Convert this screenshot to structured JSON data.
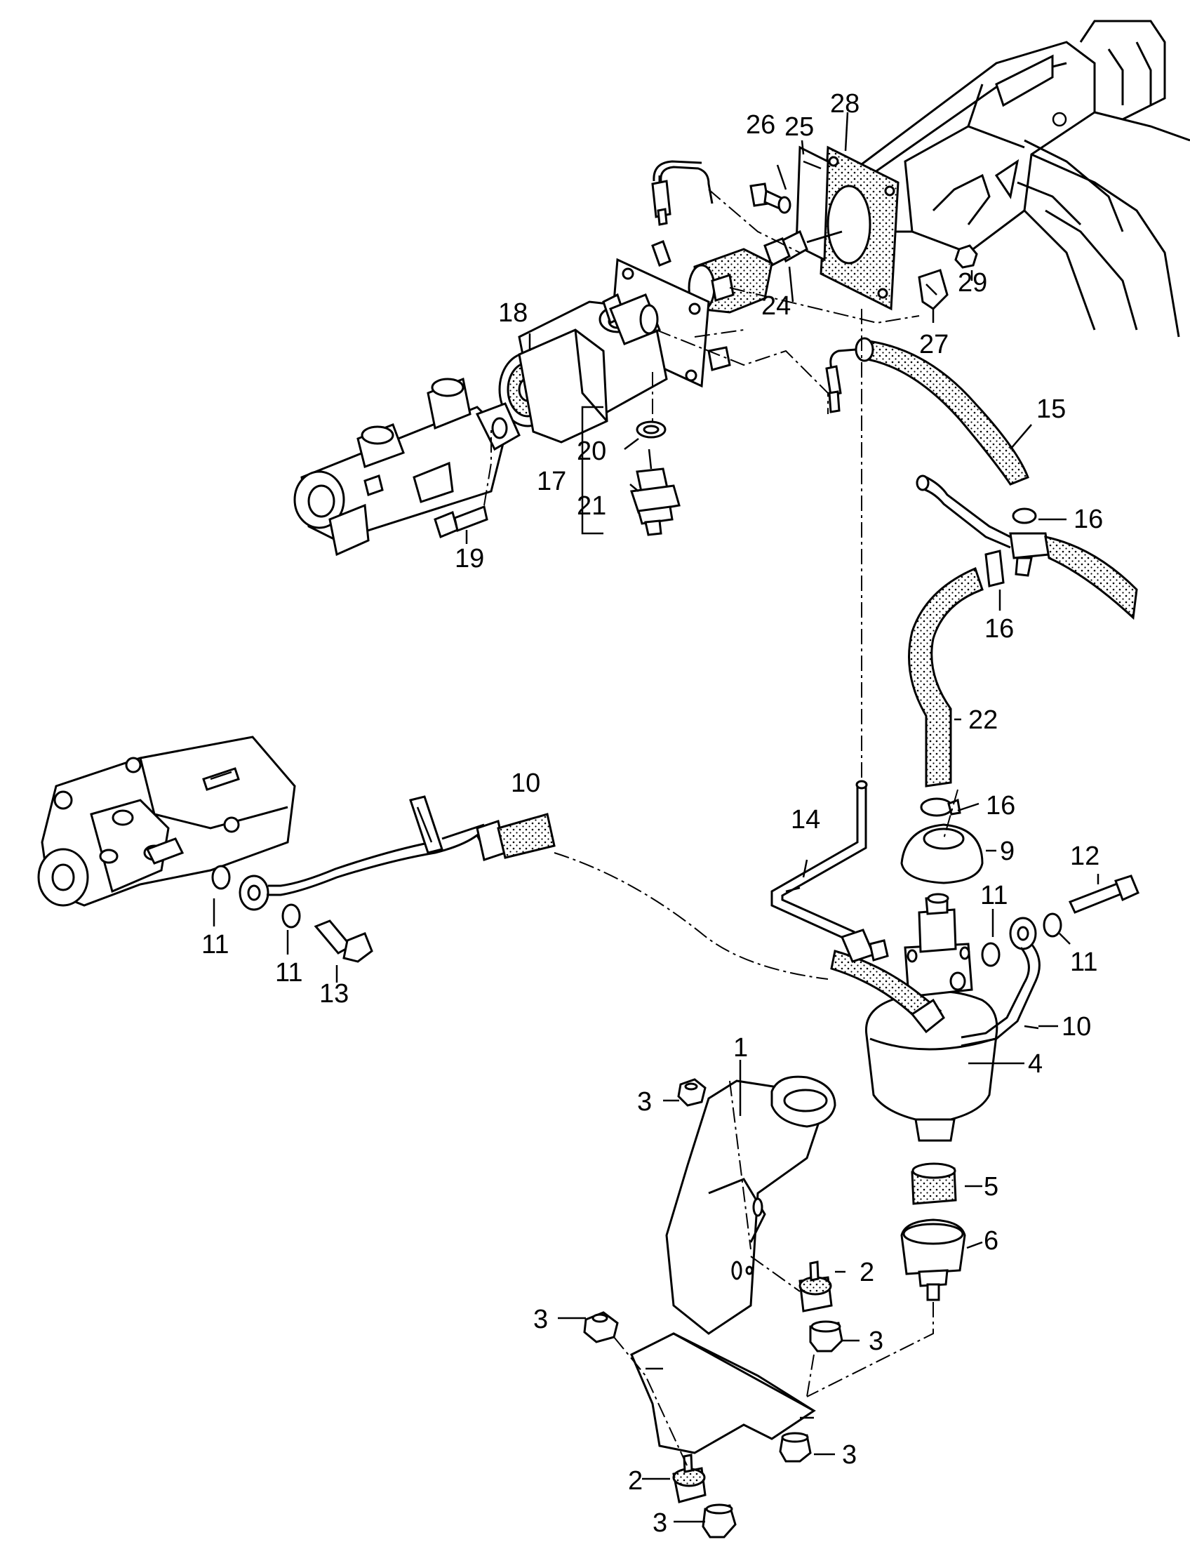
{
  "labels": {
    "l1": "1",
    "l2a": "2",
    "l2b": "2",
    "l3a": "3",
    "l3b": "3",
    "l3c": "3",
    "l3d": "3",
    "l3e": "3",
    "l4": "4",
    "l5": "5",
    "l6": "6",
    "l9": "9",
    "l10a": "10",
    "l10b": "10",
    "l11a": "11",
    "l11b": "11",
    "l11c": "11",
    "l11d": "11",
    "l12": "12",
    "l13": "13",
    "l14": "14",
    "l15": "15",
    "l16a": "16",
    "l16b": "16",
    "l16c": "16",
    "l17": "17",
    "l18": "18",
    "l19": "19",
    "l20": "20",
    "l21": "21",
    "l22": "22",
    "l24": "24",
    "l25": "25",
    "l26": "26",
    "l27": "27",
    "l28": "28",
    "l29": "29"
  }
}
